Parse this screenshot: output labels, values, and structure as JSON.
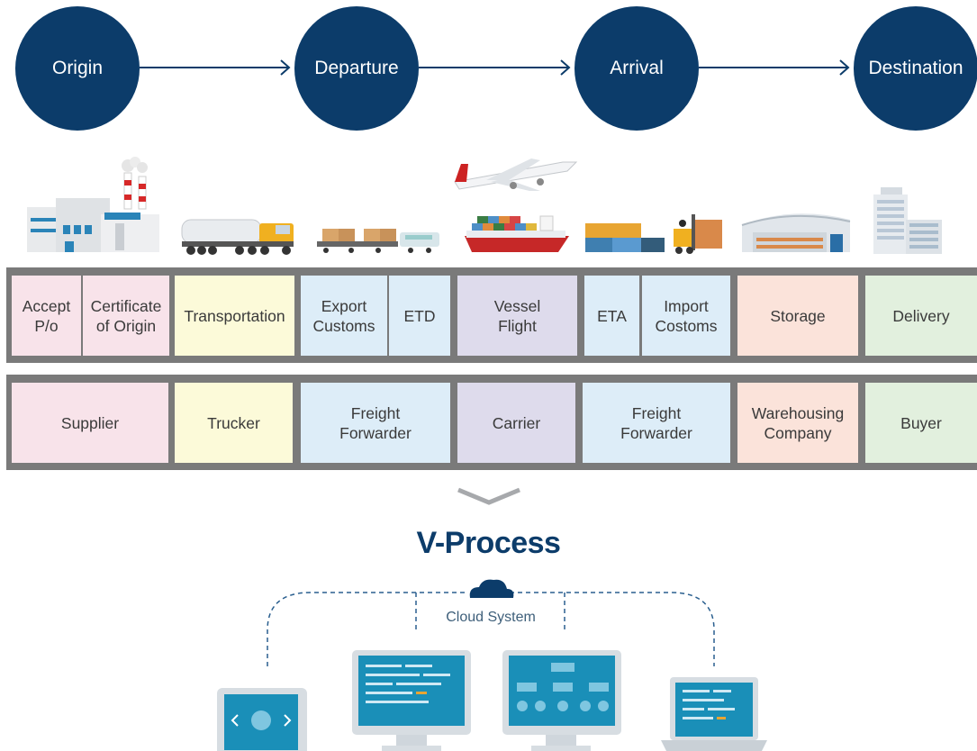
{
  "stages": [
    "Origin",
    "Departure",
    "Arrival",
    "Destination"
  ],
  "illustrations": [
    "factory-icon",
    "tanker-truck-icon",
    "cargo-train-icon",
    "airplane-icon",
    "cargo-ship-icon",
    "containers-forklift-icon",
    "warehouse-icon",
    "office-buildings-icon"
  ],
  "process_row": [
    {
      "text": "Accept\nP/o",
      "color": "#f8e3ea"
    },
    {
      "text": "Certificate\nof Origin",
      "color": "#f8e3ea"
    },
    {
      "text": "Transportation",
      "color": "#fcfad9"
    },
    {
      "text": "Export\nCustoms",
      "color": "#ddedf8"
    },
    {
      "text": "ETD",
      "color": "#ddedf8"
    },
    {
      "text": "Vessel\nFlight",
      "color": "#dedbec"
    },
    {
      "text": "ETA",
      "color": "#ddedf8"
    },
    {
      "text": "Import\nCostoms",
      "color": "#ddedf8"
    },
    {
      "text": "Storage",
      "color": "#fbe3da"
    },
    {
      "text": "Delivery",
      "color": "#e2f0de"
    }
  ],
  "party_row": [
    {
      "text": "Supplier",
      "color": "#f8e3ea"
    },
    {
      "text": "Trucker",
      "color": "#fcfad9"
    },
    {
      "text": "Freight\nForwarder",
      "color": "#ddedf8"
    },
    {
      "text": "Carrier",
      "color": "#dedbec"
    },
    {
      "text": "Freight\nForwarder",
      "color": "#ddedf8"
    },
    {
      "text": "Warehousing\nCompany",
      "color": "#fbe3da"
    },
    {
      "text": "Buyer",
      "color": "#e2f0de"
    }
  ],
  "title": "V-Process",
  "cloud_label": "Cloud System",
  "devices": [
    "tablet-icon",
    "monitor-text-icon",
    "monitor-flowchart-icon",
    "laptop-icon"
  ],
  "colors": {
    "navy": "#0c3c6a",
    "band": "#7a7a7a",
    "screen": "#1a8fb8"
  }
}
